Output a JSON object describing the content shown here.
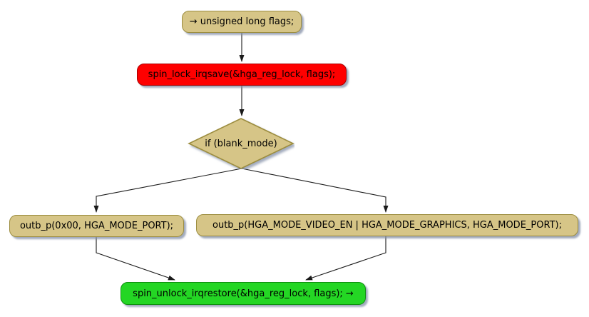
{
  "diagram": {
    "type": "activity-flowchart",
    "background": "#FFFFFF",
    "nodes": {
      "start": {
        "id": "start",
        "label": "→ unsigned long flags;",
        "shape": "rounded-rect",
        "fill": "#D6C587",
        "border": "#9C8D3F"
      },
      "lock": {
        "id": "lock",
        "label": "spin_lock_irqsave(&hga_reg_lock, flags);",
        "shape": "rounded-rect",
        "fill": "#FE0000",
        "border": "#A80000"
      },
      "decision": {
        "id": "decision",
        "label": "if (blank_mode)",
        "shape": "diamond",
        "fill": "#D6C587",
        "border": "#9C8D3F"
      },
      "branch_true": {
        "id": "branch_true",
        "label": "outb_p(0x00, HGA_MODE_PORT);",
        "shape": "rounded-rect",
        "fill": "#D6C587",
        "border": "#9C8D3F"
      },
      "branch_false": {
        "id": "branch_false",
        "label": "outb_p(HGA_MODE_VIDEO_EN | HGA_MODE_GRAPHICS, HGA_MODE_PORT);",
        "shape": "rounded-rect",
        "fill": "#D6C587",
        "border": "#9C8D3F"
      },
      "unlock": {
        "id": "unlock",
        "label": "spin_unlock_irqrestore(&hga_reg_lock, flags); →",
        "shape": "rounded-rect",
        "fill": "#24D624",
        "border": "#0E8F0E"
      }
    },
    "edges": [
      {
        "from": "start",
        "to": "lock"
      },
      {
        "from": "lock",
        "to": "decision"
      },
      {
        "from": "decision",
        "to": "branch_true"
      },
      {
        "from": "decision",
        "to": "branch_false"
      },
      {
        "from": "branch_true",
        "to": "unlock"
      },
      {
        "from": "branch_false",
        "to": "unlock"
      }
    ],
    "colors": {
      "edge": "#1A1A1A",
      "shadow": "#8490A8",
      "text": "#000000",
      "node_fill": "#D6C587",
      "node_border": "#9C8D3F",
      "lock_fill": "#FE0000",
      "lock_border": "#A80000",
      "unlock_fill": "#24D624",
      "unlock_border": "#0E8F0E",
      "background": "#FFFFFF"
    }
  }
}
